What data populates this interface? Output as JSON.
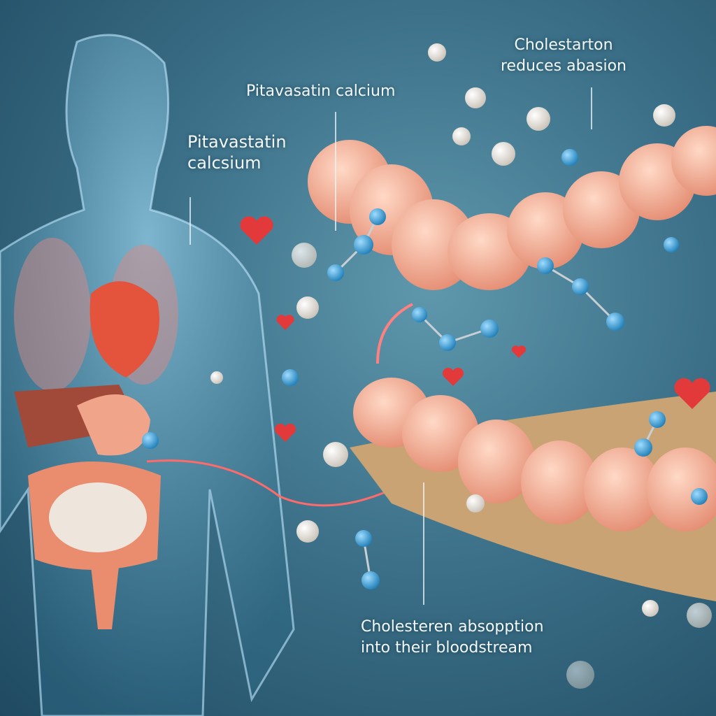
{
  "labels": {
    "pitavastatin_left": [
      "Pitavastatin",
      "calcsium"
    ],
    "pitavastatin_top": "Pitavasatin calcium",
    "cholesterol_reduces": [
      "Cholestarton",
      "reduces abasion"
    ],
    "absorption": [
      "Cholesteren absopption",
      "into their bloodstream"
    ]
  },
  "colors": {
    "background": "#3c7189",
    "intestine": "#f2b49a",
    "molecule_blue": "#3aa0d6",
    "heart_red": "#e23a3a"
  }
}
